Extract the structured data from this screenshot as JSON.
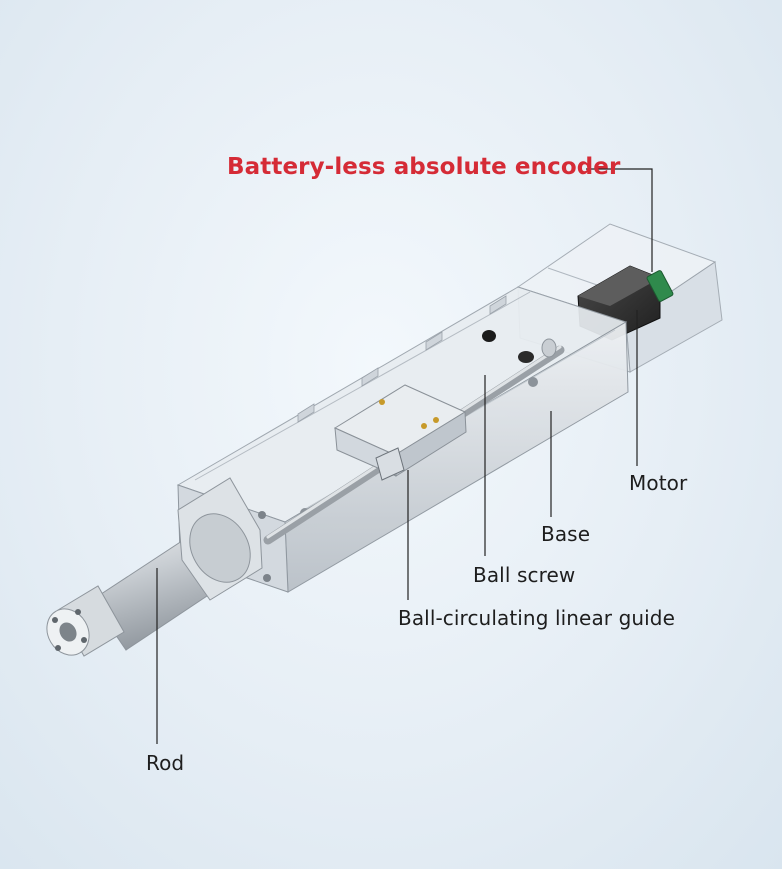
{
  "labels": {
    "encoder": "Battery-less absolute encoder",
    "motor": "Motor",
    "base": "Base",
    "ball_screw": "Ball screw",
    "linear_guide": "Ball-circulating linear guide",
    "rod": "Rod"
  },
  "colors": {
    "accent": "#d52b36",
    "text": "#1e1e1e",
    "leader": "#222222",
    "background": "#e6eef5"
  }
}
